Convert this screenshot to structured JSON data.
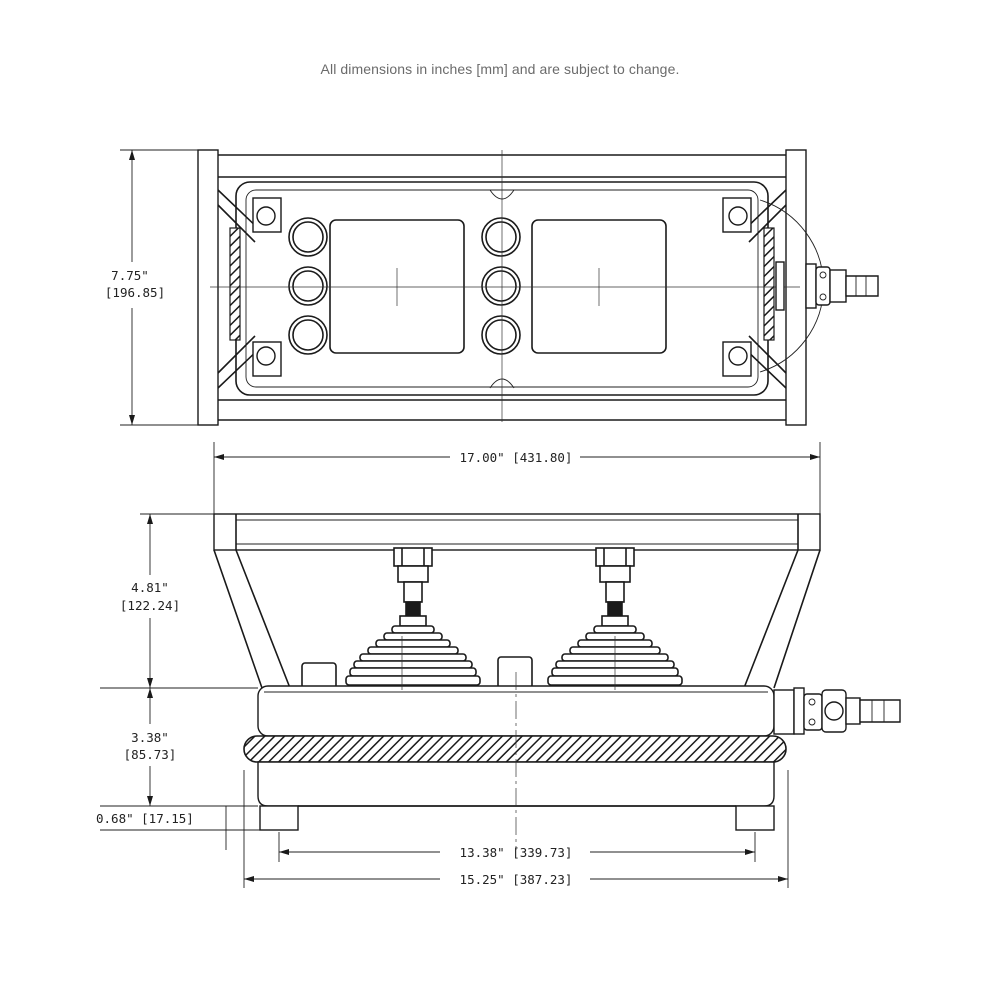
{
  "note": "All dimensions in inches [mm] and are subject to change.",
  "dimensions": {
    "height_top": "7.75\"",
    "height_top_mm": "[196.85]",
    "width_top": "17.00\"  [431.80]",
    "upper_height": "4.81\"",
    "upper_height_mm": "[122.24]",
    "base_height": "3.38\"",
    "base_height_mm": "[85.73]",
    "foot_height": "0.68\"  [17.15]",
    "foot_span": "13.38\"  [339.73]",
    "base_width": "15.25\"  [387.23]"
  },
  "colors": {
    "line": "#1a1a1a",
    "note_text": "#6b6b6b"
  }
}
